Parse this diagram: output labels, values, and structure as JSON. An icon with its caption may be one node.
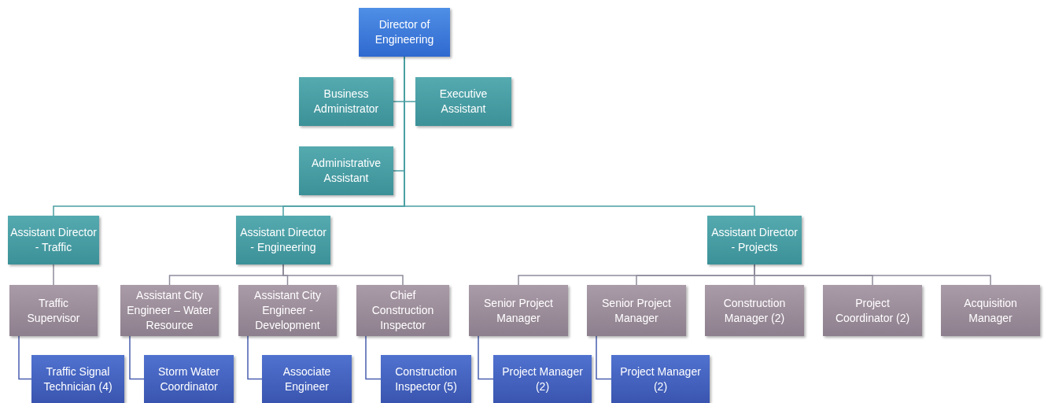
{
  "diagram": {
    "nodes": [
      {
        "text": [
          "Director of Engineering"
        ]
      },
      {
        "text": [
          "Business Administrator"
        ]
      },
      {
        "text": [
          "Executive Assistant"
        ]
      },
      {
        "text": [
          "Administrative Assistant"
        ]
      },
      {
        "text": [
          "Assistant Director - Traffic"
        ]
      },
      {
        "text": [
          "Assistant Director - Engineering"
        ]
      },
      {
        "text": [
          "Assistant Director - Projects"
        ]
      },
      {
        "text": [
          "Traffic Supervisor"
        ]
      },
      {
        "text": [
          "Assistant City Engineer – Water Resource"
        ]
      },
      {
        "text": [
          "Assistant City Engineer - Development"
        ]
      },
      {
        "text": [
          "Chief Construction Inspector"
        ]
      },
      {
        "text": [
          "Senior Project Manager"
        ]
      },
      {
        "text": [
          "Senior Project Manager"
        ]
      },
      {
        "text": [
          "Construction Manager (2)"
        ]
      },
      {
        "text": [
          "Project Coordinator (2)"
        ]
      },
      {
        "text": [
          "Acquisition Manager"
        ]
      },
      {
        "text": [
          "Traffic Signal Technician (4)"
        ]
      },
      {
        "text": [
          "Storm Water Coordinator"
        ]
      },
      {
        "text": [
          "Associate Engineer"
        ]
      },
      {
        "text": [
          "Construction Inspector (5)"
        ]
      },
      {
        "text": [
          "Project Manager (2)"
        ]
      },
      {
        "text": [
          "Project Manager (2)"
        ]
      }
    ],
    "edges": [
      {
        "from": 0,
        "to": 1,
        "arrow": "none",
        "color": "#4a9ea3"
      },
      {
        "from": 0,
        "to": 2,
        "arrow": "none",
        "color": "#4a9ea3"
      },
      {
        "from": 0,
        "to": 3,
        "arrow": "none",
        "color": "#4a9ea3"
      },
      {
        "from": 0,
        "to": 4,
        "arrow": "none",
        "color": "#4a9ea3"
      },
      {
        "from": 0,
        "to": 5,
        "arrow": "none",
        "color": "#4a9ea3"
      },
      {
        "from": 0,
        "to": 6,
        "arrow": "none",
        "color": "#4a9ea3"
      },
      {
        "from": 4,
        "to": 7,
        "arrow": "none"
      },
      {
        "from": 5,
        "to": 8,
        "arrow": "none"
      },
      {
        "from": 5,
        "to": 9,
        "arrow": "none"
      },
      {
        "from": 5,
        "to": 10,
        "arrow": "none"
      },
      {
        "from": 6,
        "to": 11,
        "arrow": "none"
      },
      {
        "from": 6,
        "to": 12,
        "arrow": "none"
      },
      {
        "from": 6,
        "to": 13,
        "arrow": "none"
      },
      {
        "from": 6,
        "to": 14,
        "arrow": "none"
      },
      {
        "from": 6,
        "to": 15,
        "arrow": "none"
      },
      {
        "from": 7,
        "to": 16,
        "arrow": "none",
        "color": "#4a5fb0"
      },
      {
        "from": 8,
        "to": 17,
        "arrow": "none",
        "color": "#4a5fb0"
      },
      {
        "from": 9,
        "to": 18,
        "arrow": "none",
        "color": "#4a5fb0"
      },
      {
        "from": 10,
        "to": 19,
        "arrow": "none",
        "color": "#4a5fb0"
      },
      {
        "from": 11,
        "to": 20,
        "arrow": "none",
        "color": "#4a5fb0"
      },
      {
        "from": 12,
        "to": 21,
        "arrow": "none",
        "color": "#4a5fb0"
      }
    ]
  }
}
